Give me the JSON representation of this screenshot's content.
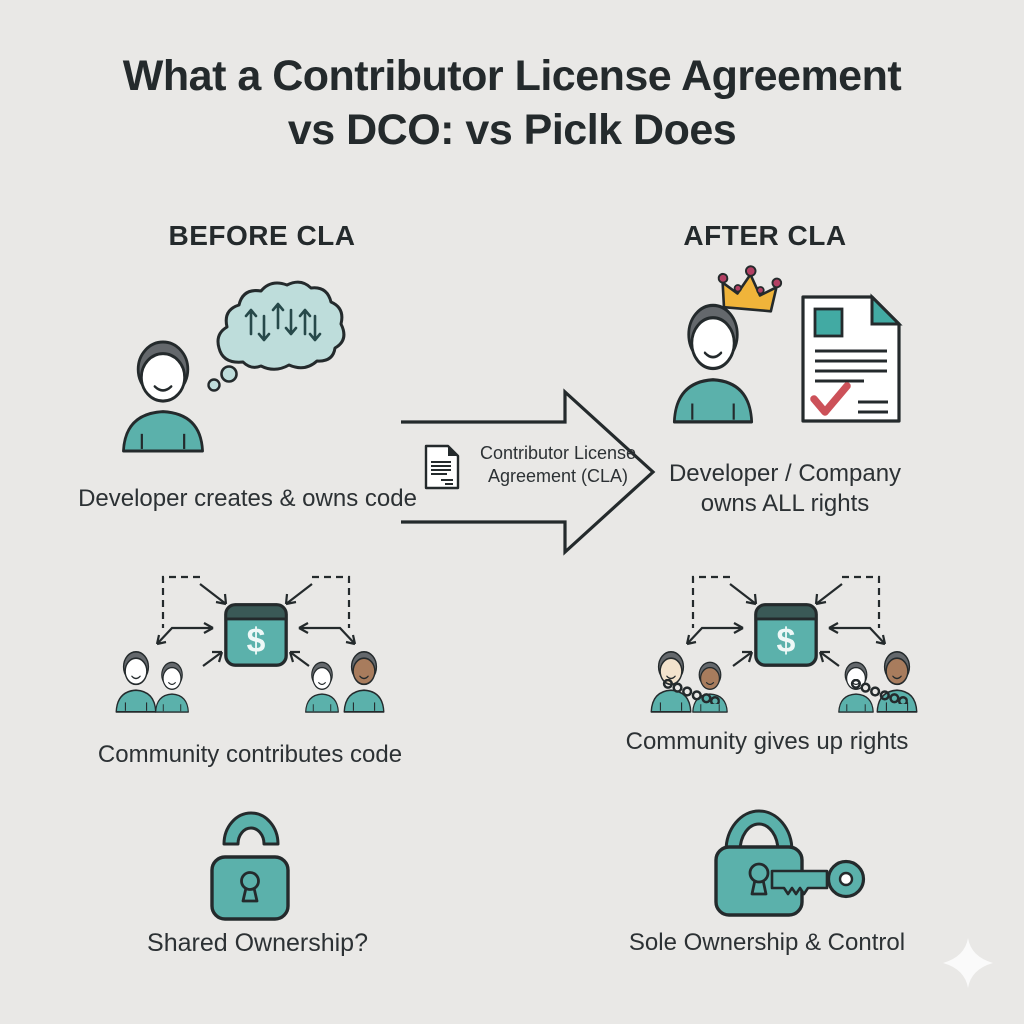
{
  "colors": {
    "bg": "#e9e8e6",
    "ink": "#242a2c",
    "text": "#2c3134",
    "teal": "#5bb1ab",
    "tealbar": "#3a5956",
    "tealdoc": "#42aaa3",
    "cloud": "#bedddb",
    "hair": "#64686c",
    "gold": "#f0b43a",
    "ball": "#b23f63",
    "red": "#cc5159",
    "skinbrown": "#a87c5d",
    "skincream": "#f3e3cd",
    "paper": "#ffffff"
  },
  "title": {
    "line1": "What a Contributor License Agreement",
    "line2": "vs DCO: vs Piclk Does"
  },
  "headers": {
    "before": "BEFORE CLA",
    "after": "AFTER CLA"
  },
  "arrow": {
    "label": "Contributor License Agreement (CLA)"
  },
  "captions": {
    "before_top": "Developer creates & owns code",
    "after_top": "Developer / Company owns ALL rights",
    "before_mid": "Community contributes code",
    "after_mid": "Community gives up rights",
    "before_bottom": "Shared Ownership?",
    "after_bottom": "Sole Ownership & Control"
  },
  "glyphs": {
    "dollar": "$"
  }
}
